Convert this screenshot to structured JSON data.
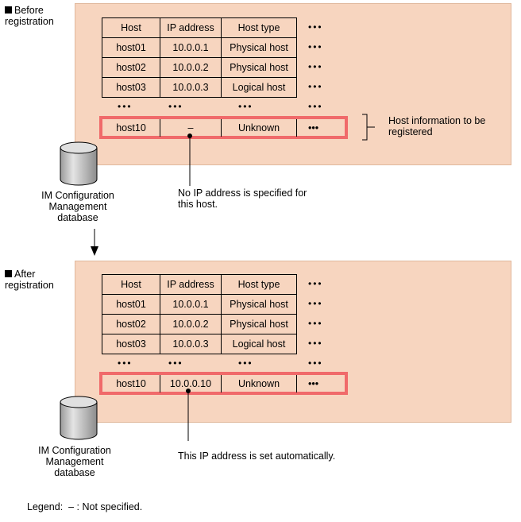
{
  "before": {
    "label_line1": "Before",
    "label_line2": "registration",
    "headers": [
      "Host",
      "IP address",
      "Host type"
    ],
    "rows": [
      [
        "host01",
        "10.0.0.1",
        "Physical host"
      ],
      [
        "host02",
        "10.0.0.2",
        "Physical host"
      ],
      [
        "host03",
        "10.0.0.3",
        "Logical host"
      ]
    ],
    "highlight_row": [
      "host10",
      "–",
      "Unknown"
    ],
    "brace_note_line1": "Host information to be",
    "brace_note_line2": "registered",
    "note_line1": "No IP address is specified for",
    "note_line2": "this host."
  },
  "after": {
    "label_line1": "After",
    "label_line2": "registration",
    "headers": [
      "Host",
      "IP address",
      "Host type"
    ],
    "rows": [
      [
        "host01",
        "10.0.0.1",
        "Physical host"
      ],
      [
        "host02",
        "10.0.0.2",
        "Physical host"
      ],
      [
        "host03",
        "10.0.0.3",
        "Logical host"
      ]
    ],
    "highlight_row": [
      "host10",
      "10.0.0.10",
      "Unknown"
    ],
    "note_line1": "This IP address is set automatically."
  },
  "database": {
    "line1": "IM Configuration",
    "line2": "Management",
    "line3": "database"
  },
  "ellipsis": "•••",
  "legend": "Legend:  – : Not specified.",
  "colors": {
    "panel": "#f7d5bf",
    "highlight": "#f06a6a"
  }
}
